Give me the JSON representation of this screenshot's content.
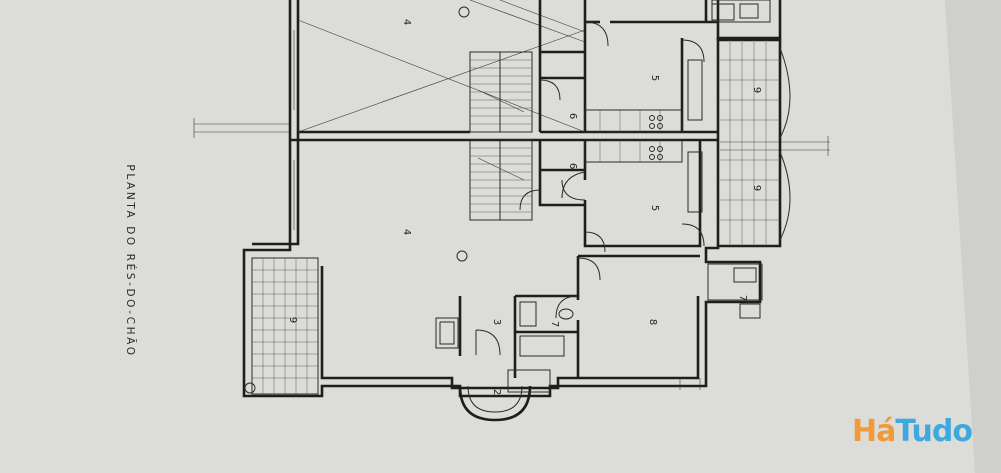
{
  "drawing": {
    "title": "PLANTA DO RÉS-DO-CHÃO",
    "rooms": [
      {
        "id": "r4a",
        "label": "4"
      },
      {
        "id": "r4b",
        "label": "4"
      },
      {
        "id": "r5a",
        "label": "5"
      },
      {
        "id": "r5b",
        "label": "5"
      },
      {
        "id": "r6a",
        "label": "6"
      },
      {
        "id": "r6b",
        "label": "6"
      },
      {
        "id": "r9a",
        "label": "9"
      },
      {
        "id": "r9b",
        "label": "9"
      },
      {
        "id": "r9c",
        "label": "9"
      },
      {
        "id": "r3",
        "label": "3"
      },
      {
        "id": "r2",
        "label": "2"
      },
      {
        "id": "r7a",
        "label": "7"
      },
      {
        "id": "r7b",
        "label": "7"
      },
      {
        "id": "r8",
        "label": "8"
      }
    ]
  },
  "watermark": {
    "part1": "Há",
    "part2": "Tudo",
    "color1": "#f19a38",
    "color2": "#3fa9df"
  }
}
